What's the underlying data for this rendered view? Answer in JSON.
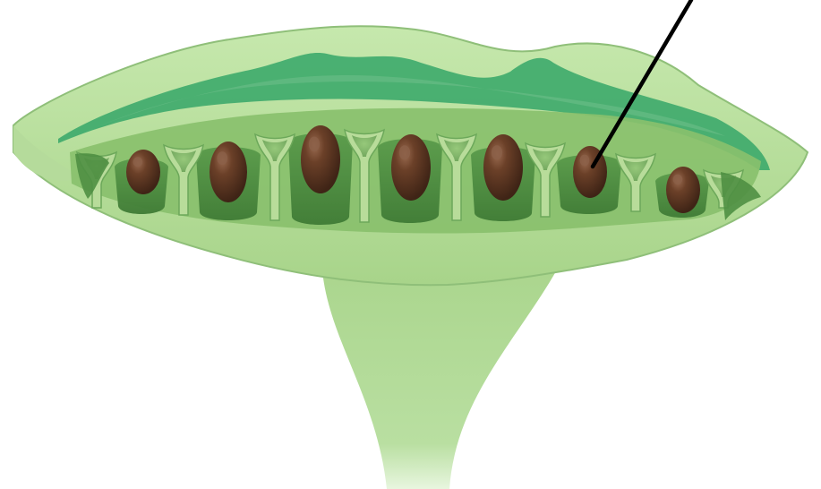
{
  "diagram": {
    "labels": [],
    "colors": {
      "background": "#ffffff",
      "tissue_light": "#b8dc9a",
      "tissue_mid": "#9fce80",
      "tissue_dark": "#4f8f42",
      "top_band": "#3daa6c",
      "top_band_light": "#6fc08b",
      "spore_body": "#5a3520",
      "spore_highlight": "#8b6049",
      "pointer_line": "#000000"
    },
    "structure": {
      "chamber_count": 7,
      "pointer_target": "sixth chamber",
      "shape": "mushroom-like cross-section with stalk"
    }
  }
}
